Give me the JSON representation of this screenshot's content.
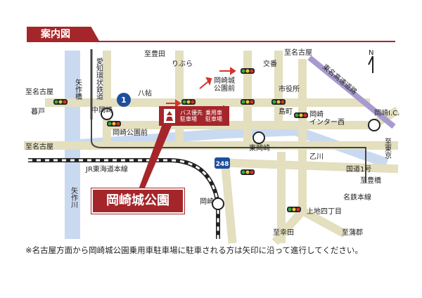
{
  "header": {
    "title": "案内図"
  },
  "park_label": "岡崎城公園",
  "parking": {
    "bus": "バス優先\n駐車場",
    "car": "乗用車\n駐車場"
  },
  "route_badges": {
    "national": "1",
    "prefectural": "248"
  },
  "places": {
    "to_nagoya_left": "至名古屋",
    "to_toyota": "至豊田",
    "to_nagoya_top": "至名古屋",
    "to_nagoya_mid": "至名古屋",
    "kuroi_bridge": "矢作橋",
    "aichi_loop": "愛知環状鉄道",
    "happo": "八帖",
    "ribura": "りぶら",
    "kobashi": "交番",
    "castle_park_front": "岡崎城\n公園前",
    "city_hall": "市役所",
    "tomei": "東名高速道路",
    "kakubo": "暮戸",
    "naka_okazaki": "中岡崎",
    "okazaki_park_front": "岡崎公園前",
    "shimada": "島町",
    "okazaki_ic_west": "岡崎\nインター西",
    "okazaki_ic": "岡崎I.C.",
    "to_tokyo": "至東京",
    "higashi_okazaki": "東岡崎",
    "otogawa": "乙川",
    "jr_line": "JR東海道本線",
    "national_route1": "国道1号",
    "to_toyohashi": "至豊橋",
    "meitetsu": "名鉄本線",
    "yahagi_river": "矢作川",
    "okazaki": "岡崎",
    "kamichi": "上地四丁目",
    "to_kota": "至幸田",
    "to_gamagori": "至蒲郡"
  },
  "footnote": "※名古屋方面から岡崎城公園乗用車駐車場に駐車される方は矢印に沿って進行してください。",
  "colors": {
    "accent": "#a5262a",
    "road": "#e3dfbf",
    "river": "#c9d9f0",
    "expressway": "#a79ad0"
  }
}
